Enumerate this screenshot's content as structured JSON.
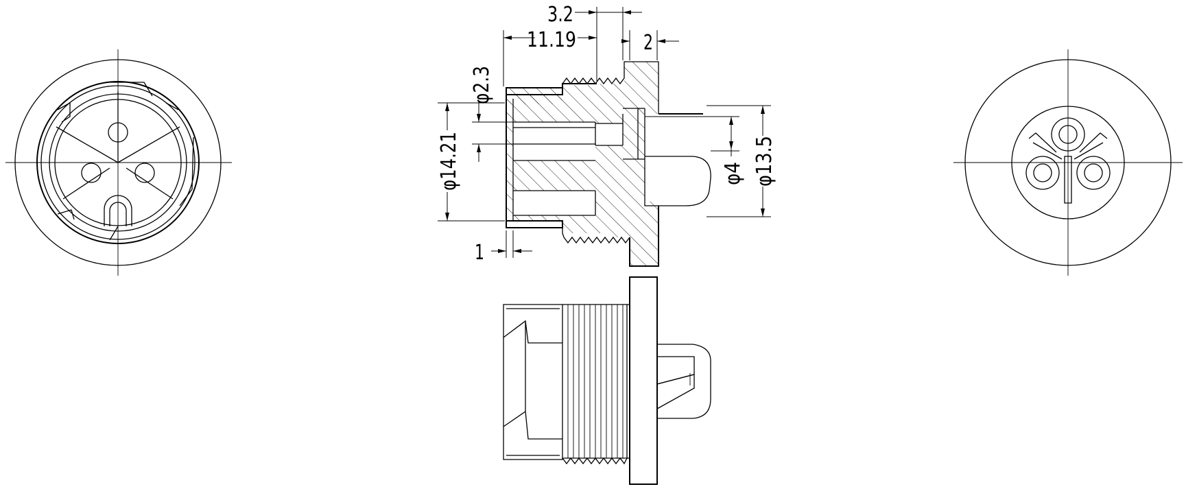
{
  "dimensions": {
    "d_3_2": "3.2",
    "d_11_19": "11.19",
    "d_2": "2",
    "d_phi2_3": "φ2.3",
    "d_phi14_21": "φ14.21",
    "d_phi4": "φ4",
    "d_phi13_5": "φ13.5",
    "d_1": "1"
  }
}
